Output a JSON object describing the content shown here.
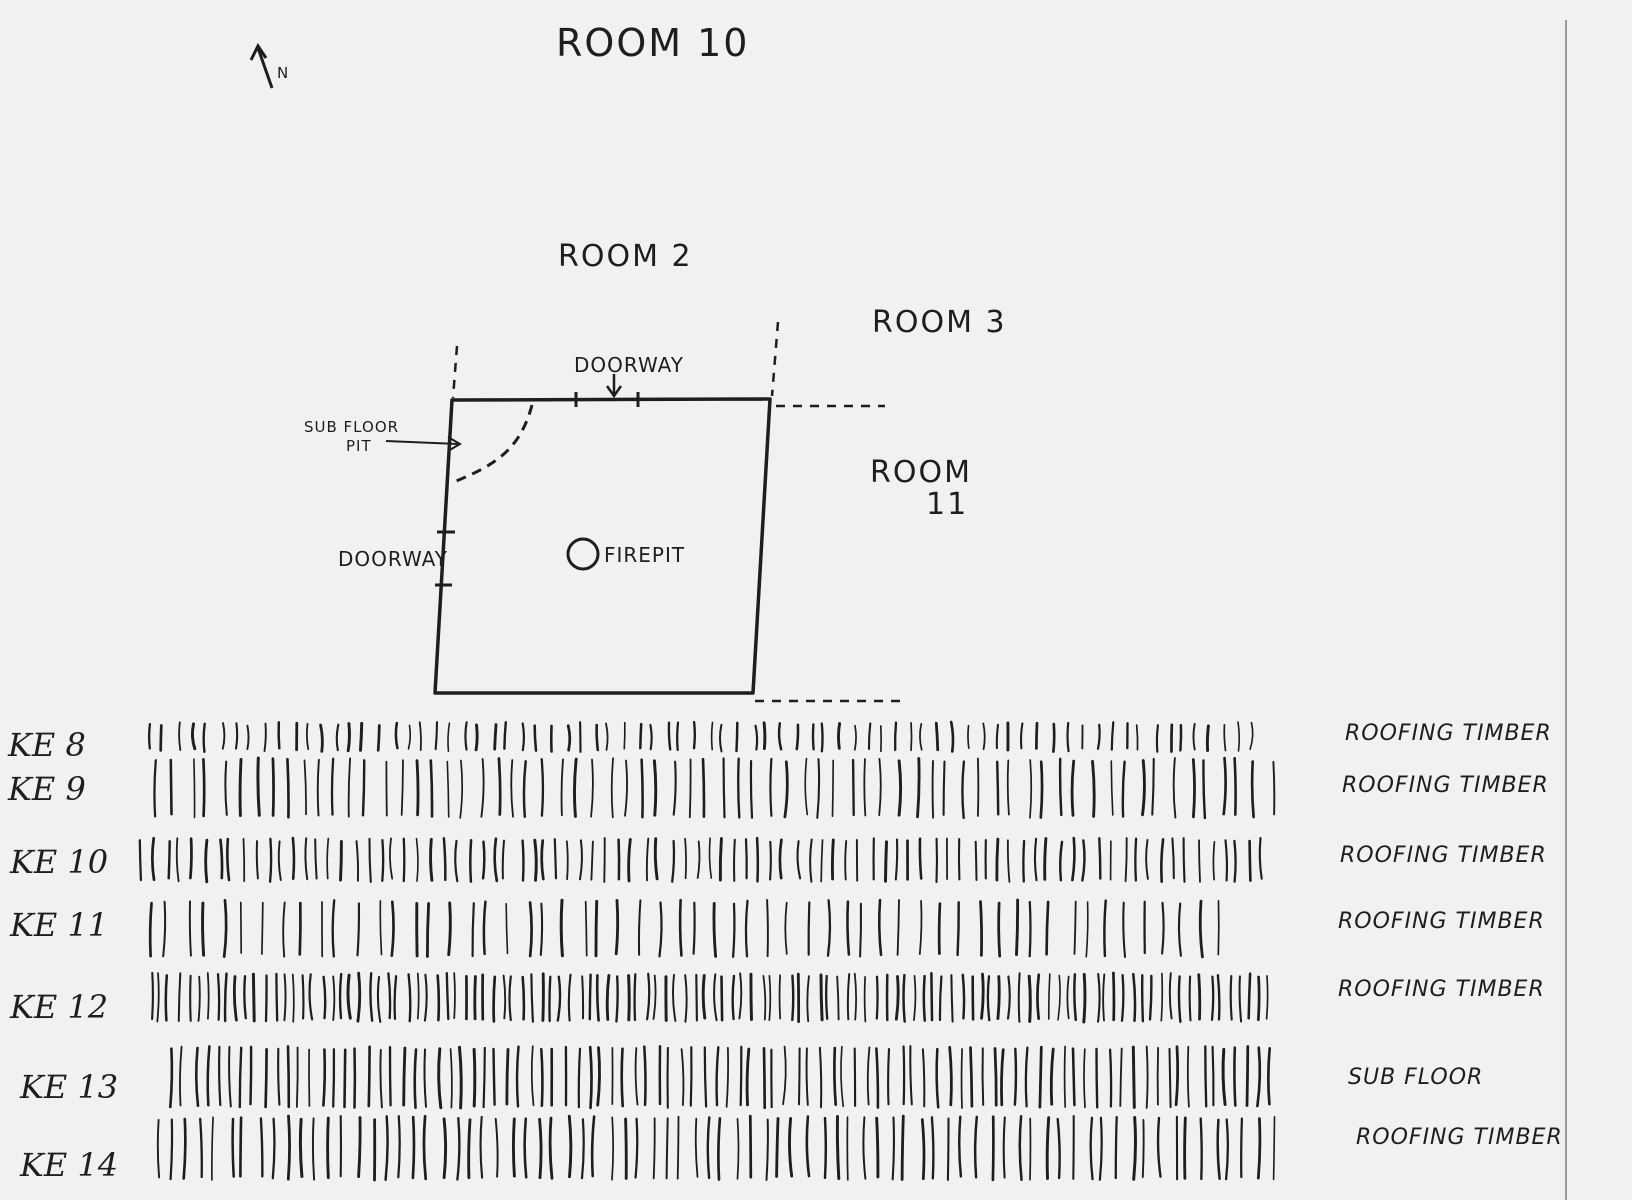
{
  "title": "ROOM 10",
  "north": {
    "arrow": "↑",
    "letter": "N"
  },
  "rooms": {
    "room2": "ROOM 2",
    "room3": "ROOM 3",
    "room11_line1": "ROOM",
    "room11_line2": "11"
  },
  "features": {
    "doorway_top": "DOORWAY",
    "doorway_left": "DOORWAY",
    "subfloor_pit_line1": "SUB FLOOR",
    "subfloor_pit_line2": "PIT",
    "firepit": "FIREPIT"
  },
  "timber_rows": [
    {
      "id": "KE 8",
      "note": "ROOFING TIMBER",
      "count": 78
    },
    {
      "id": "KE 9",
      "note": "ROOFING TIMBER",
      "count": 70
    },
    {
      "id": "KE 10",
      "note": "ROOFING TIMBER",
      "count": 90
    },
    {
      "id": "KE 11",
      "note": "ROOFING TIMBER",
      "count": 58
    },
    {
      "id": "KE 12",
      "note": "ROOFING TIMBER",
      "count": 118
    },
    {
      "id": "KE 13",
      "note": "SUB FLOOR",
      "count": 96
    },
    {
      "id": "KE 14",
      "note": "ROOFING TIMBER",
      "count": 80
    }
  ]
}
